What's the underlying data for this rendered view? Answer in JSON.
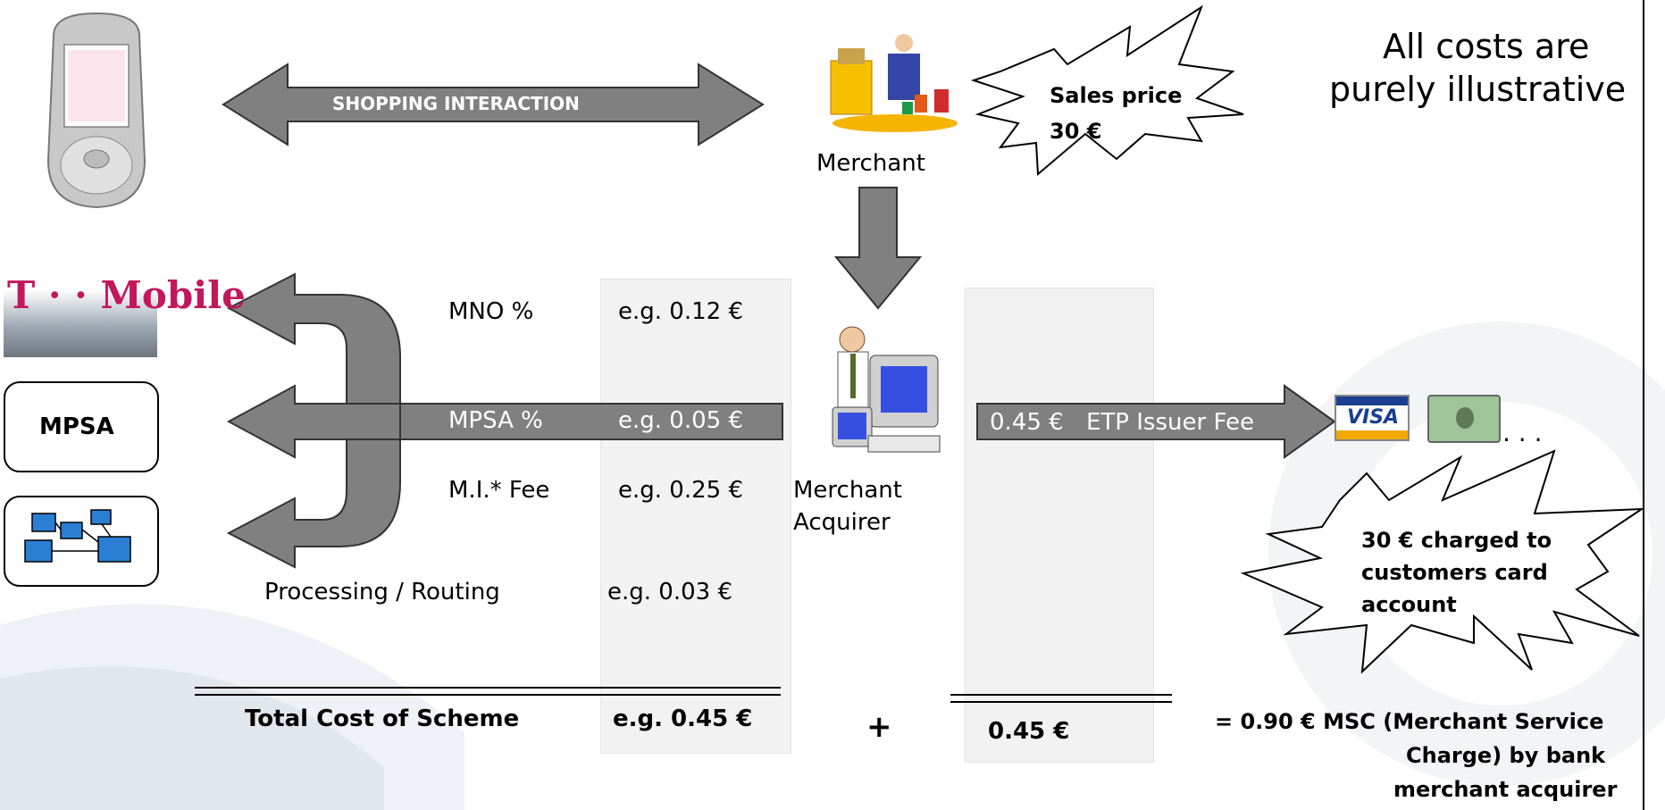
{
  "disclaimer": {
    "line1": "All costs are",
    "line2": "purely illustrative"
  },
  "shopping": {
    "label": "SHOPPING INTERACTION"
  },
  "merchant": {
    "label": "Merchant"
  },
  "sales_price": {
    "line1": "Sales price",
    "line2": "30 €"
  },
  "acquirer": {
    "line1": "Merchant",
    "line2": "Acquirer"
  },
  "parties": {
    "mno_logo_text": "T · · Mobile",
    "mpsa_box": "MPSA"
  },
  "fees": [
    {
      "name": "MNO %",
      "value": "e.g. 0.12 €"
    },
    {
      "name": "MPSA %",
      "value": "e.g. 0.05 €"
    },
    {
      "name": "M.I.* Fee",
      "value": "e.g. 0.25 €"
    },
    {
      "name": "Processing / Routing",
      "value": "e.g. 0.03 €"
    }
  ],
  "issuer_fee": {
    "amount": "0.45 €",
    "label": "ETP Issuer Fee"
  },
  "cards": {
    "visa": "VISA",
    "ellipsis": ". . ."
  },
  "charged_burst": {
    "line1": "30 €  charged to",
    "line2": "customers card",
    "line3": "account"
  },
  "totals": {
    "label": "Total Cost of Scheme",
    "scheme_total": "e.g. 0.45 €",
    "plus": "+",
    "issuer_total": "0.45 €",
    "msc_line1": "= 0.90 € MSC (Merchant Service",
    "msc_line2": "Charge) by bank",
    "msc_line3": "merchant acquirer"
  },
  "colors": {
    "arrow": "#808080",
    "arrow_stroke": "#333333",
    "column": "#f2f2f2"
  }
}
